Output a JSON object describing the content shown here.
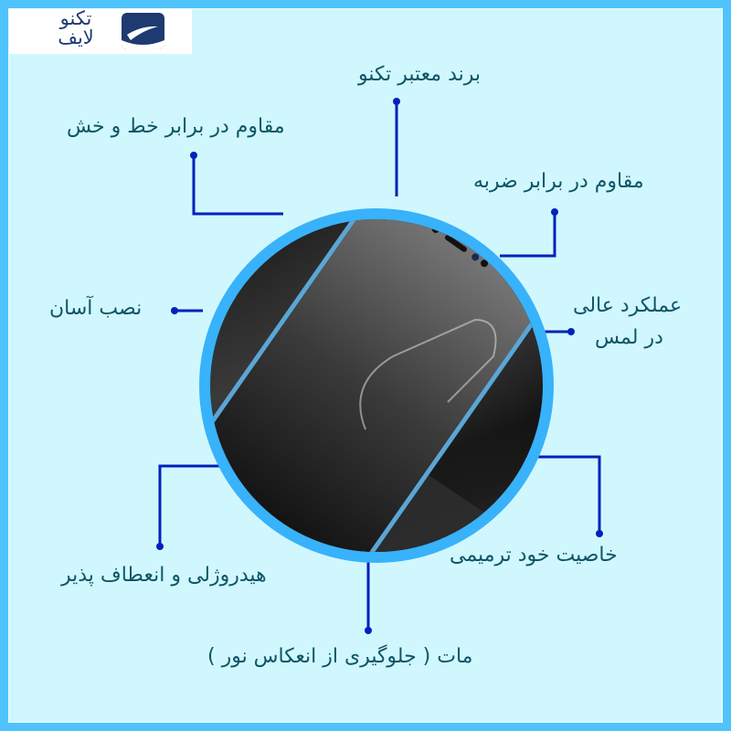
{
  "logo": {
    "line1": "تکنو",
    "line2": "لایف",
    "brand_color": "#1f3a70"
  },
  "colors": {
    "frame": "#4fc3fc",
    "background": "#d0f7fe",
    "ring": "#38b2fa",
    "connector": "#0022bb",
    "label_text": "#0e5566"
  },
  "features": [
    {
      "id": "brand",
      "label": "برند معتبر تکنو"
    },
    {
      "id": "scratch",
      "label": "مقاوم در برابر خط و خش"
    },
    {
      "id": "impact",
      "label": "مقاوم در برابر ضربه"
    },
    {
      "id": "install",
      "label": "نصب آسان"
    },
    {
      "id": "touch",
      "label_line1": "عملکرد عالی",
      "label_line2": "در لمس"
    },
    {
      "id": "hydrogel",
      "label": "هیدروژلی و انعطاف پذیر"
    },
    {
      "id": "selfheal",
      "label": "خاصیت خود ترمیمی"
    },
    {
      "id": "matte",
      "label": "مات ( جلوگیری از انعکاس نور )"
    }
  ],
  "image": {
    "subject": "phone-with-matte-hydrogel-screen-protector"
  }
}
